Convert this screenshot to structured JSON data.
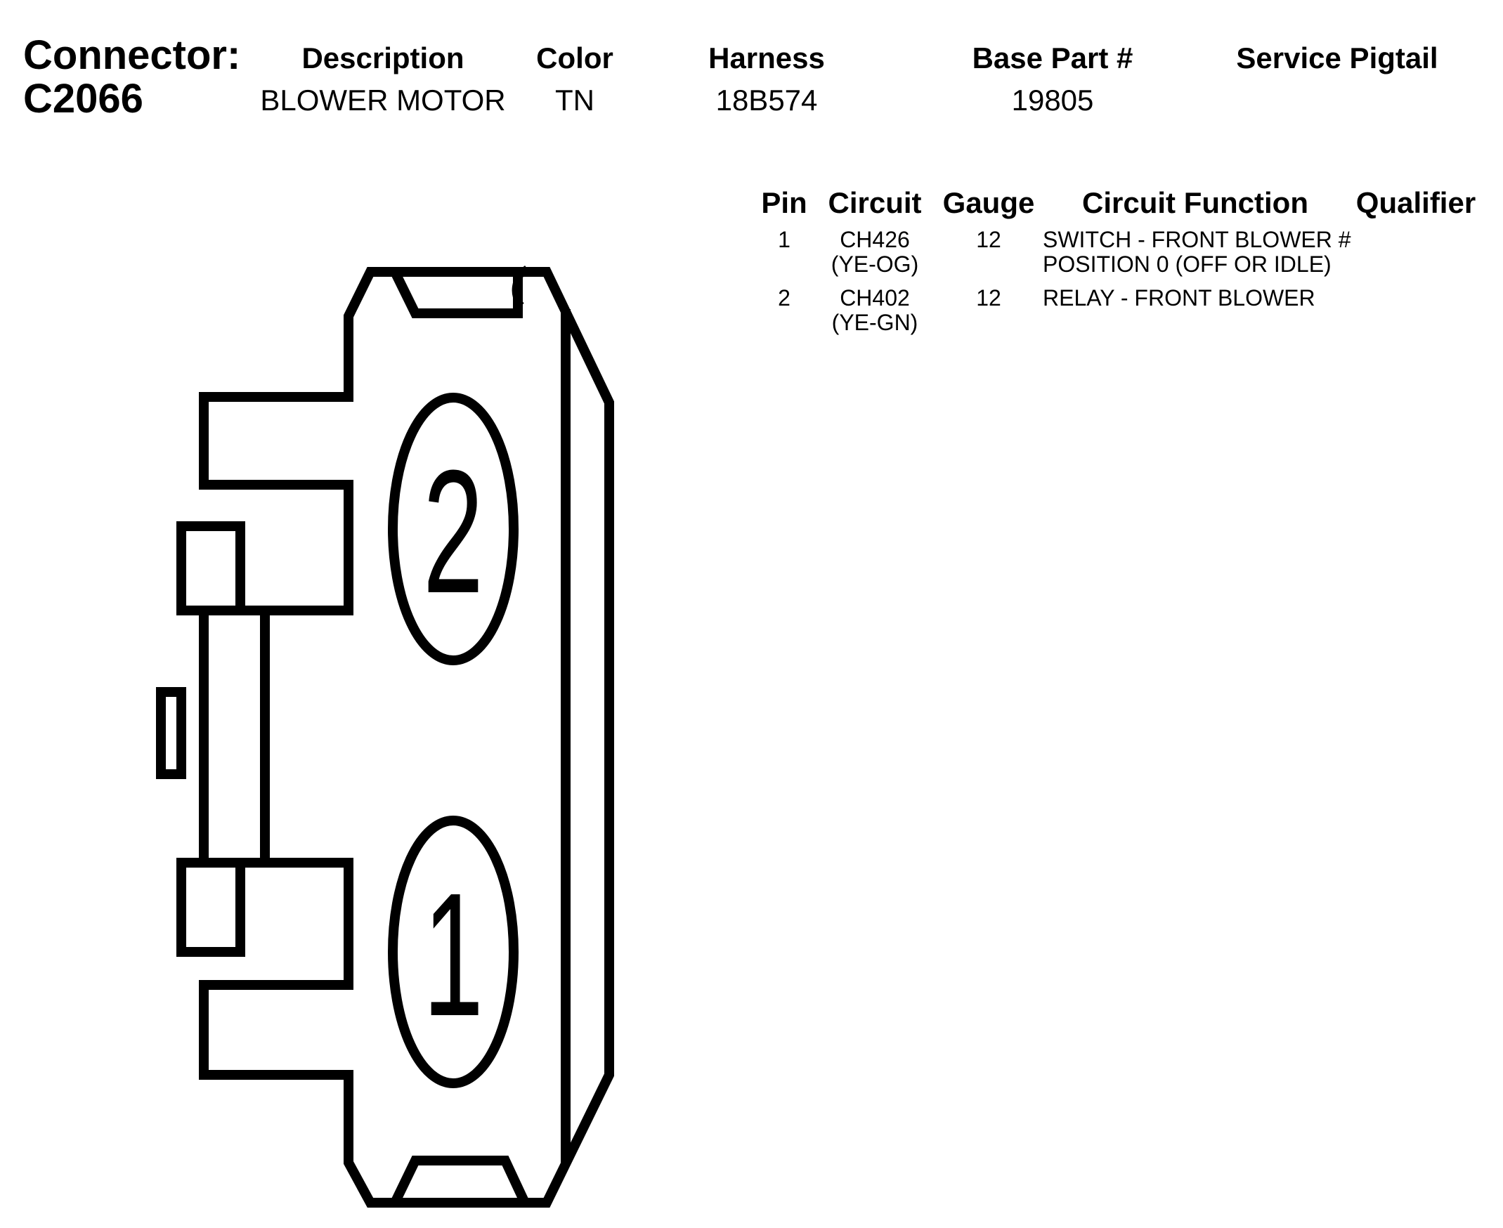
{
  "connector": {
    "label": "Connector:",
    "id": "C2066"
  },
  "header": {
    "description_label": "Description",
    "color_label": "Color",
    "harness_label": "Harness",
    "base_part_label": "Base Part #",
    "service_pigtail_label": "Service Pigtail",
    "description": "BLOWER MOTOR",
    "color": "TN",
    "harness": "18B574",
    "base_part": "19805",
    "service_pigtail": ""
  },
  "pin_table": {
    "columns": [
      "Pin",
      "Circuit",
      "Gauge",
      "Circuit Function",
      "Qualifier"
    ],
    "rows": [
      {
        "pin": "1",
        "circuit": "CH426",
        "circuit_color": "(YE-OG)",
        "gauge": "12",
        "function_line1": "SWITCH - FRONT BLOWER #",
        "function_line2": "POSITION 0 (OFF OR IDLE)",
        "qualifier": ""
      },
      {
        "pin": "2",
        "circuit": "CH402",
        "circuit_color": "(YE-GN)",
        "gauge": "12",
        "function_line1": "RELAY - FRONT BLOWER",
        "function_line2": "",
        "qualifier": ""
      }
    ]
  },
  "diagram": {
    "pin_top_label": "2",
    "pin_bottom_label": "1"
  }
}
